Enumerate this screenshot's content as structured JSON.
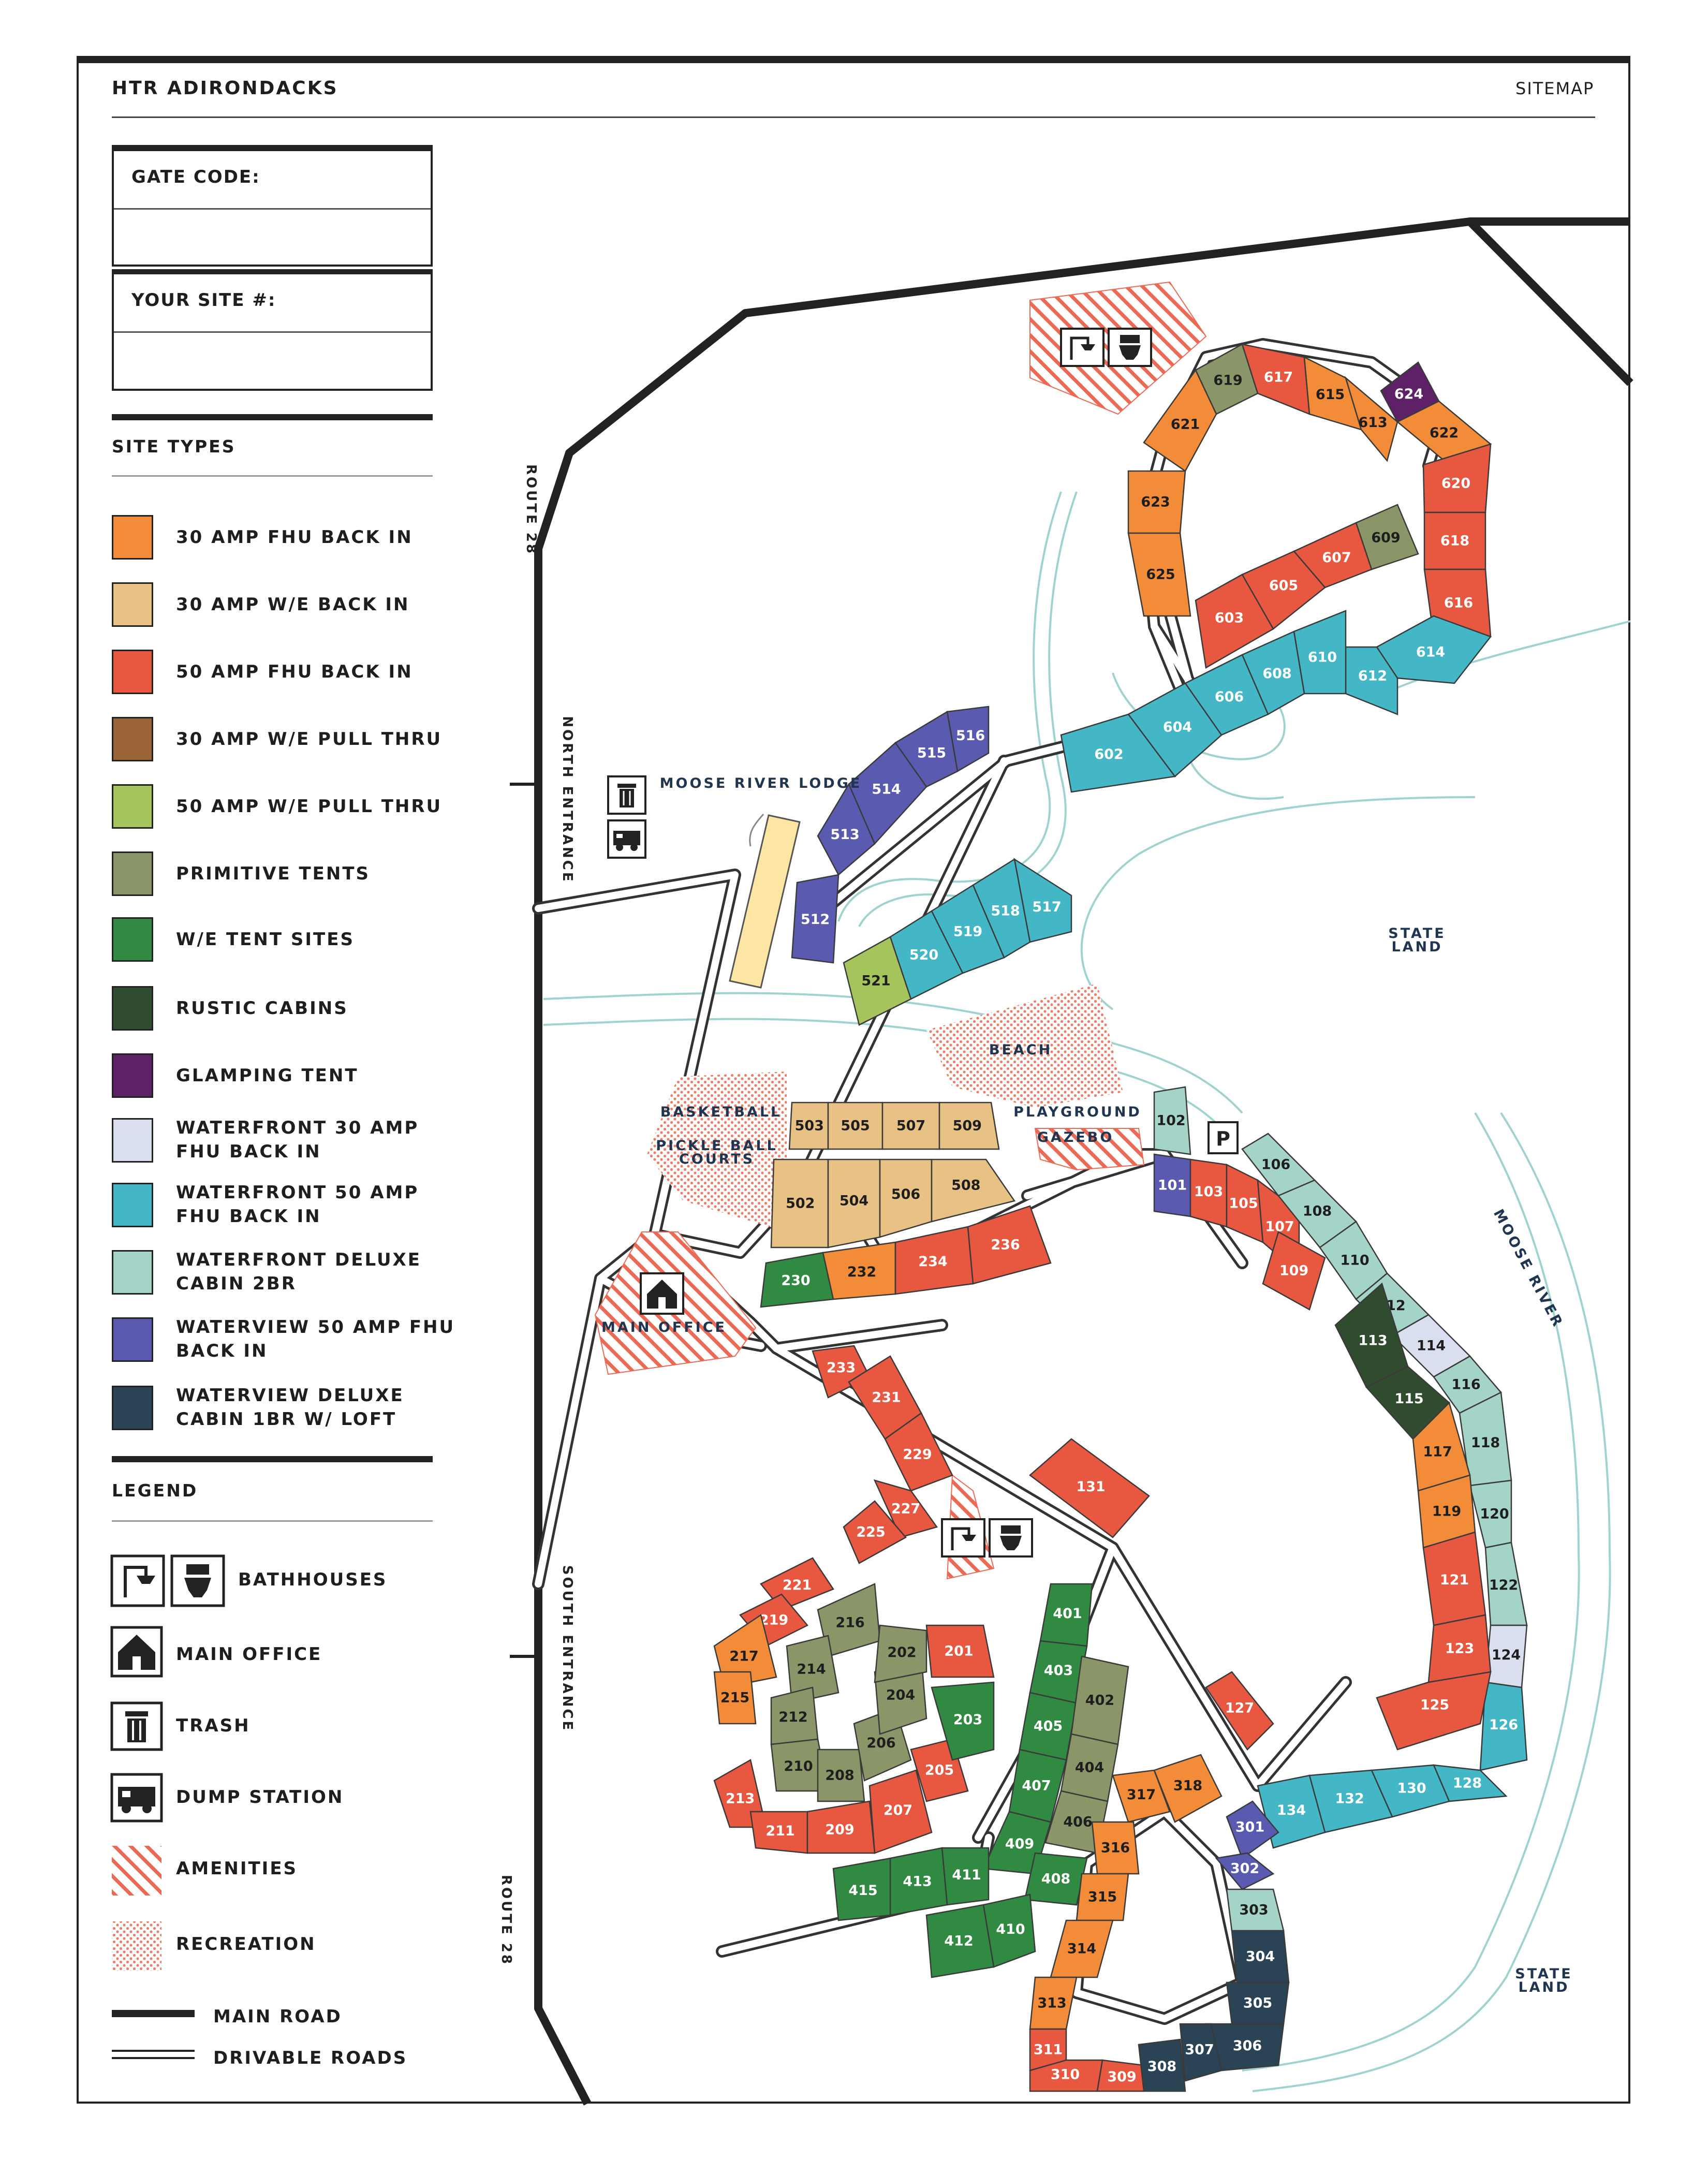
{
  "header": {
    "title": "HTR ADIRONDACKS",
    "right_label": "SITEMAP"
  },
  "form": {
    "gate_code_label": "GATE CODE:",
    "site_number_label": "YOUR SITE #:"
  },
  "site_types": {
    "heading": "SITE TYPES",
    "items": [
      {
        "label": "30 AMP FHU BACK IN",
        "color": "#f28c38"
      },
      {
        "label": "30 AMP W/E BACK IN",
        "color": "#e8c185"
      },
      {
        "label": "50 AMP FHU BACK IN",
        "color": "#e8573f"
      },
      {
        "label": "30 AMP W/E PULL THRU",
        "color": "#9a6437"
      },
      {
        "label": "50 AMP W/E PULL THRU",
        "color": "#a5c45c"
      },
      {
        "label": "PRIMITIVE TENTS",
        "color": "#8a9668"
      },
      {
        "label": "W/E TENT SITES",
        "color": "#318a41"
      },
      {
        "label": "RUSTIC CABINS",
        "color": "#2f4d2e"
      },
      {
        "label": "GLAMPING TENT",
        "color": "#5e2066"
      },
      {
        "label": "WATERFRONT 30 AMP FHU BACK IN",
        "color": "#d9dfee"
      },
      {
        "label": "WATERFRONT 50 AMP FHU BACK IN",
        "color": "#43b7c6"
      },
      {
        "label": "WATERFRONT DELUXE CABIN 2BR",
        "color": "#a4d4c8"
      },
      {
        "label": "WATERVIEW 50 AMP FHU BACK IN",
        "color": "#5a5ab0"
      },
      {
        "label": "WATERVIEW DELUXE CABIN 1BR W/ LOFT",
        "color": "#2a4456"
      }
    ]
  },
  "legend": {
    "heading": "LEGEND",
    "items": [
      {
        "label": "BATHHOUSES",
        "icon": "bathhouse-icon"
      },
      {
        "label": "MAIN OFFICE",
        "icon": "main-office-icon"
      },
      {
        "label": "TRASH",
        "icon": "trash-icon"
      },
      {
        "label": "DUMP STATION",
        "icon": "dump-station-icon"
      },
      {
        "label": "AMENITIES",
        "icon": "amenities-hatch"
      },
      {
        "label": "RECREATION",
        "icon": "recreation-dots"
      },
      {
        "label": "MAIN ROAD",
        "icon": "main-road-line"
      },
      {
        "label": "DRIVABLE ROADS",
        "icon": "drivable-road-line"
      }
    ]
  },
  "map_labels": {
    "route_28_top": "ROUTE 28",
    "route_28_bottom": "ROUTE 28",
    "north_entrance": "NORTH ENTRANCE",
    "south_entrance": "SOUTH ENTRANCE",
    "moose_river_lodge": "MOOSE RIVER LODGE",
    "state_land_1": [
      "STATE",
      "LAND"
    ],
    "state_land_2": [
      "STATE",
      "LAND"
    ],
    "beach": "BEACH",
    "playground": "PLAYGROUND",
    "gazebo": "GAZEBO",
    "basketball": "BASKETBALL",
    "pickleball": [
      "PICKLE BALL",
      "COURTS"
    ],
    "main_office": "MAIN OFFICE",
    "moose_river": "MOOSE RIVER",
    "parking": "P"
  },
  "sites": [
    {
      "n": "624",
      "t": 8
    },
    {
      "n": "622",
      "t": 0
    },
    {
      "n": "620",
      "t": 2
    },
    {
      "n": "618",
      "t": 2
    },
    {
      "n": "616",
      "t": 2
    },
    {
      "n": "614",
      "t": 10
    },
    {
      "n": "612",
      "t": 10
    },
    {
      "n": "610",
      "t": 10
    },
    {
      "n": "608",
      "t": 10
    },
    {
      "n": "606",
      "t": 10
    },
    {
      "n": "604",
      "t": 10
    },
    {
      "n": "602",
      "t": 10
    },
    {
      "n": "619",
      "t": 5
    },
    {
      "n": "617",
      "t": 2
    },
    {
      "n": "615",
      "t": 0
    },
    {
      "n": "613",
      "t": 0
    },
    {
      "n": "621",
      "t": 0
    },
    {
      "n": "623",
      "t": 0
    },
    {
      "n": "625",
      "t": 0
    },
    {
      "n": "609",
      "t": 5
    },
    {
      "n": "607",
      "t": 2
    },
    {
      "n": "605",
      "t": 2
    },
    {
      "n": "603",
      "t": 2
    },
    {
      "n": "516",
      "t": 12
    },
    {
      "n": "515",
      "t": 12
    },
    {
      "n": "514",
      "t": 12
    },
    {
      "n": "513",
      "t": 12
    },
    {
      "n": "512",
      "t": 12
    },
    {
      "n": "517",
      "t": 10
    },
    {
      "n": "518",
      "t": 10
    },
    {
      "n": "519",
      "t": 10
    },
    {
      "n": "520",
      "t": 10
    },
    {
      "n": "521",
      "t": 4
    },
    {
      "n": "503",
      "t": 1
    },
    {
      "n": "505",
      "t": 1
    },
    {
      "n": "507",
      "t": 1
    },
    {
      "n": "509",
      "t": 1
    },
    {
      "n": "502",
      "t": 1
    },
    {
      "n": "504",
      "t": 1
    },
    {
      "n": "506",
      "t": 1
    },
    {
      "n": "508",
      "t": 1
    },
    {
      "n": "230",
      "t": 6
    },
    {
      "n": "232",
      "t": 0
    },
    {
      "n": "234",
      "t": 2
    },
    {
      "n": "236",
      "t": 2
    },
    {
      "n": "102",
      "t": 11
    },
    {
      "n": "101",
      "t": 12
    },
    {
      "n": "103",
      "t": 2
    },
    {
      "n": "105",
      "t": 2
    },
    {
      "n": "107",
      "t": 2
    },
    {
      "n": "109",
      "t": 2
    },
    {
      "n": "106",
      "t": 11
    },
    {
      "n": "108",
      "t": 11
    },
    {
      "n": "110",
      "t": 11
    },
    {
      "n": "112",
      "t": 11
    },
    {
      "n": "114",
      "t": 9
    },
    {
      "n": "116",
      "t": 11
    },
    {
      "n": "118",
      "t": 11
    },
    {
      "n": "120",
      "t": 11
    },
    {
      "n": "122",
      "t": 11
    },
    {
      "n": "124",
      "t": 9
    },
    {
      "n": "126",
      "t": 10
    },
    {
      "n": "128",
      "t": 10
    },
    {
      "n": "130",
      "t": 10
    },
    {
      "n": "132",
      "t": 10
    },
    {
      "n": "134",
      "t": 10
    },
    {
      "n": "113",
      "t": 7
    },
    {
      "n": "115",
      "t": 7
    },
    {
      "n": "117",
      "t": 0
    },
    {
      "n": "119",
      "t": 0
    },
    {
      "n": "121",
      "t": 2
    },
    {
      "n": "123",
      "t": 2
    },
    {
      "n": "125",
      "t": 2
    },
    {
      "n": "131",
      "t": 2
    },
    {
      "n": "127",
      "t": 2
    },
    {
      "n": "233",
      "t": 2
    },
    {
      "n": "231",
      "t": 2
    },
    {
      "n": "229",
      "t": 2
    },
    {
      "n": "227",
      "t": 2
    },
    {
      "n": "225",
      "t": 2
    },
    {
      "n": "221",
      "t": 2
    },
    {
      "n": "219",
      "t": 2
    },
    {
      "n": "217",
      "t": 0
    },
    {
      "n": "215",
      "t": 0
    },
    {
      "n": "213",
      "t": 2
    },
    {
      "n": "211",
      "t": 2
    },
    {
      "n": "209",
      "t": 2
    },
    {
      "n": "207",
      "t": 2
    },
    {
      "n": "205",
      "t": 2
    },
    {
      "n": "203",
      "t": 6
    },
    {
      "n": "201",
      "t": 2
    },
    {
      "n": "216",
      "t": 5
    },
    {
      "n": "214",
      "t": 5
    },
    {
      "n": "212",
      "t": 5
    },
    {
      "n": "210",
      "t": 5
    },
    {
      "n": "208",
      "t": 5
    },
    {
      "n": "206",
      "t": 5
    },
    {
      "n": "204",
      "t": 5
    },
    {
      "n": "202",
      "t": 5
    },
    {
      "n": "401",
      "t": 6
    },
    {
      "n": "403",
      "t": 6
    },
    {
      "n": "405",
      "t": 6
    },
    {
      "n": "407",
      "t": 6
    },
    {
      "n": "409",
      "t": 6
    },
    {
      "n": "411",
      "t": 6
    },
    {
      "n": "413",
      "t": 6
    },
    {
      "n": "415",
      "t": 6
    },
    {
      "n": "402",
      "t": 5
    },
    {
      "n": "404",
      "t": 5
    },
    {
      "n": "406",
      "t": 5
    },
    {
      "n": "408",
      "t": 6
    },
    {
      "n": "410",
      "t": 6
    },
    {
      "n": "412",
      "t": 6
    },
    {
      "n": "317",
      "t": 0
    },
    {
      "n": "318",
      "t": 0
    },
    {
      "n": "316",
      "t": 0
    },
    {
      "n": "315",
      "t": 0
    },
    {
      "n": "314",
      "t": 0
    },
    {
      "n": "313",
      "t": 0
    },
    {
      "n": "311",
      "t": 2
    },
    {
      "n": "310",
      "t": 2
    },
    {
      "n": "309",
      "t": 2
    },
    {
      "n": "301",
      "t": 12
    },
    {
      "n": "302",
      "t": 12
    },
    {
      "n": "303",
      "t": 11
    },
    {
      "n": "304",
      "t": 13
    },
    {
      "n": "305",
      "t": 13
    },
    {
      "n": "306",
      "t": 13
    },
    {
      "n": "307",
      "t": 13
    },
    {
      "n": "308",
      "t": 13
    }
  ]
}
